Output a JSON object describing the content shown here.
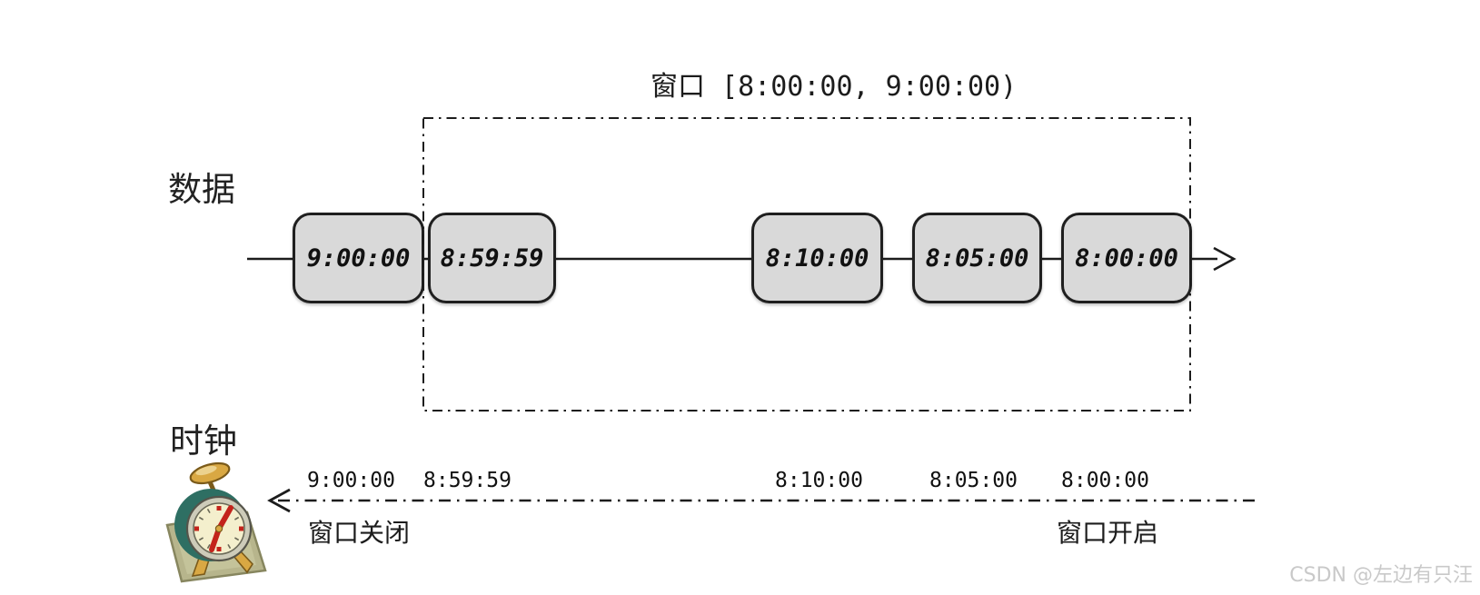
{
  "title": "窗口 [8:00:00, 9:00:00)",
  "data_row": {
    "label": "数据",
    "events": [
      {
        "time": "9:00:00"
      },
      {
        "time": "8:59:59"
      },
      {
        "time": "8:10:00"
      },
      {
        "time": "8:05:00"
      },
      {
        "time": "8:00:00"
      }
    ]
  },
  "clock_row": {
    "label": "时钟",
    "ticks": [
      "9:00:00",
      "8:59:59",
      "8:10:00",
      "8:05:00",
      "8:00:00"
    ],
    "window_close_label": "窗口关闭",
    "window_open_label": "窗口开启"
  },
  "icons": {
    "alarm_clock": "alarm-clock-icon",
    "timeline_arrow_right": "arrow-right-icon",
    "clock_arrow_left": "arrow-left-icon"
  },
  "colors": {
    "background": "#ffffff",
    "line": "#1c1c1c",
    "box_fill": "#d9d9d9",
    "box_border": "#1f1f1f",
    "watermark": "#c9c9c9",
    "clock_teal": "#2e6f63",
    "clock_face": "#f4efcd",
    "clock_red": "#c3231b",
    "clock_gold": "#d9a843",
    "clock_pad": "#b7b58c"
  },
  "watermark": "CSDN @左边有只汪"
}
